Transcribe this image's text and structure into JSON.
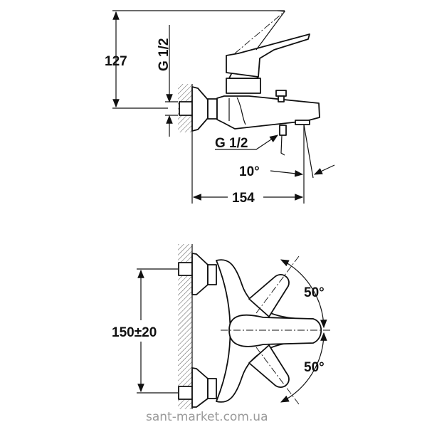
{
  "side_view": {
    "height_dimension": "127",
    "inlet_thread": "G 1/2",
    "outlet_thread": "G 1/2",
    "spout_angle": "10°",
    "projection_dimension": "154"
  },
  "top_view": {
    "inlet_spacing": "150±20",
    "lever_angle_upper": "50°",
    "lever_angle_lower": "50°"
  },
  "watermark": "sant-market.com.ua"
}
